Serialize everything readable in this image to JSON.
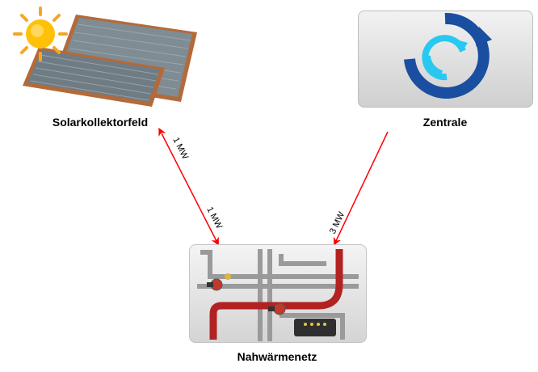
{
  "nodes": {
    "solar": {
      "label": "Solarkollektorfeld"
    },
    "zentrale": {
      "label": "Zentrale"
    },
    "netz": {
      "label": "Nahwärmenetz"
    }
  },
  "edges": {
    "solar_netz": {
      "label_start": "1 MW",
      "label_end": "1 MW",
      "color": "#ff0000",
      "bidirectional": true
    },
    "zentrale_netz": {
      "label_end": "3 MW",
      "color": "#ff0000",
      "bidirectional": false
    }
  },
  "icons": {
    "solar": "solar-collector-icon",
    "sun": "sun-icon",
    "zentrale": "refresh-cycle-icon",
    "netz": "heating-network-pipes-icon"
  },
  "colors": {
    "arrow": "#ff0000",
    "cycle_dark": "#1a4ea0",
    "cycle_light": "#28c8f0",
    "pipe_red": "#b22222"
  }
}
